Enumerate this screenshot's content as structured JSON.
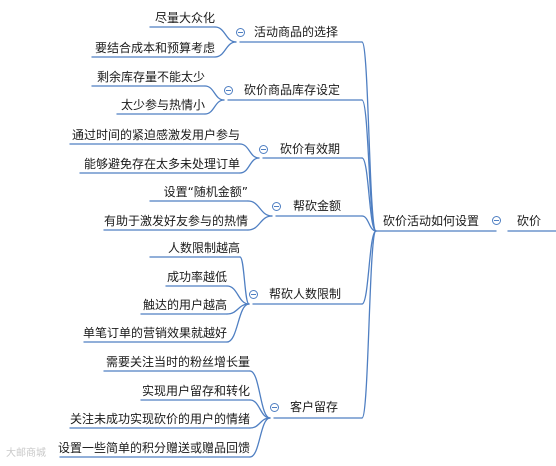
{
  "root": {
    "label": "砍价"
  },
  "main": {
    "label": "砍价活动如何设置"
  },
  "branches": [
    {
      "label": "活动商品的选择",
      "leaves": [
        "尽量大众化",
        "要结合成本和预算考虑"
      ]
    },
    {
      "label": "砍价商品库存设定",
      "leaves": [
        "剩余库存量不能太少",
        "太少参与热情小"
      ]
    },
    {
      "label": "砍价有效期",
      "leaves": [
        "通过时间的紧迫感激发用户参与",
        "能够避免存在太多未处理订单"
      ]
    },
    {
      "label": "帮砍金额",
      "leaves": [
        "设置“随机金额”",
        "有助于激发好友参与的热情"
      ]
    },
    {
      "label": "帮砍人数限制",
      "leaves": [
        "人数限制越高",
        "成功率越低",
        "触达的用户越高",
        "单笔订单的营销效果就越好"
      ]
    },
    {
      "label": "客户留存",
      "leaves": [
        "需要关注当时的粉丝增长量",
        "实现用户留存和转化",
        "关注未成功实现砍价的用户的情绪",
        "设置一些简单的积分赠送或赠品回馈"
      ]
    }
  ],
  "watermark": "大邮商城",
  "line_color": "#4f7fc2"
}
